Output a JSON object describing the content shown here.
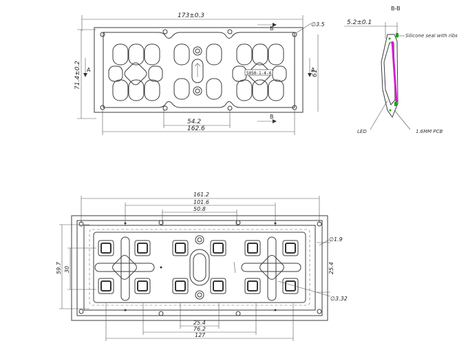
{
  "top_view": {
    "dim_overall_width": "173±0.3",
    "dim_height": "71.4±0.2",
    "dim_hole": "∅3.5",
    "dim_inner": "54.2",
    "dim_hole_span": "162.6",
    "dim_right": "61",
    "section_b_top": "B",
    "section_b_bottom": "B",
    "section_a_left": "A",
    "section_a_right": "A",
    "chip_label": "5050-1-4-4"
  },
  "section_view": {
    "title": "B-B",
    "dim_thickness": "5.2±0.1",
    "seal_label": "Silicone seal with ribs",
    "led_label": "LED",
    "pcb_label": "1.6MM PCB",
    "pcb_color": "#d020d0",
    "seal_color": "#20a020"
  },
  "bottom_view": {
    "dim_161": "161.2",
    "dim_101": "101.6",
    "dim_50": "50.8",
    "dim_59": "59.7",
    "dim_30": "30",
    "dim_254_right": "25.4",
    "dim_hole_19": "∅1.9",
    "dim_hole_332": "∅3.32",
    "dim_254_bottom": "25.4",
    "dim_762": "76.2",
    "dim_127": "127"
  }
}
